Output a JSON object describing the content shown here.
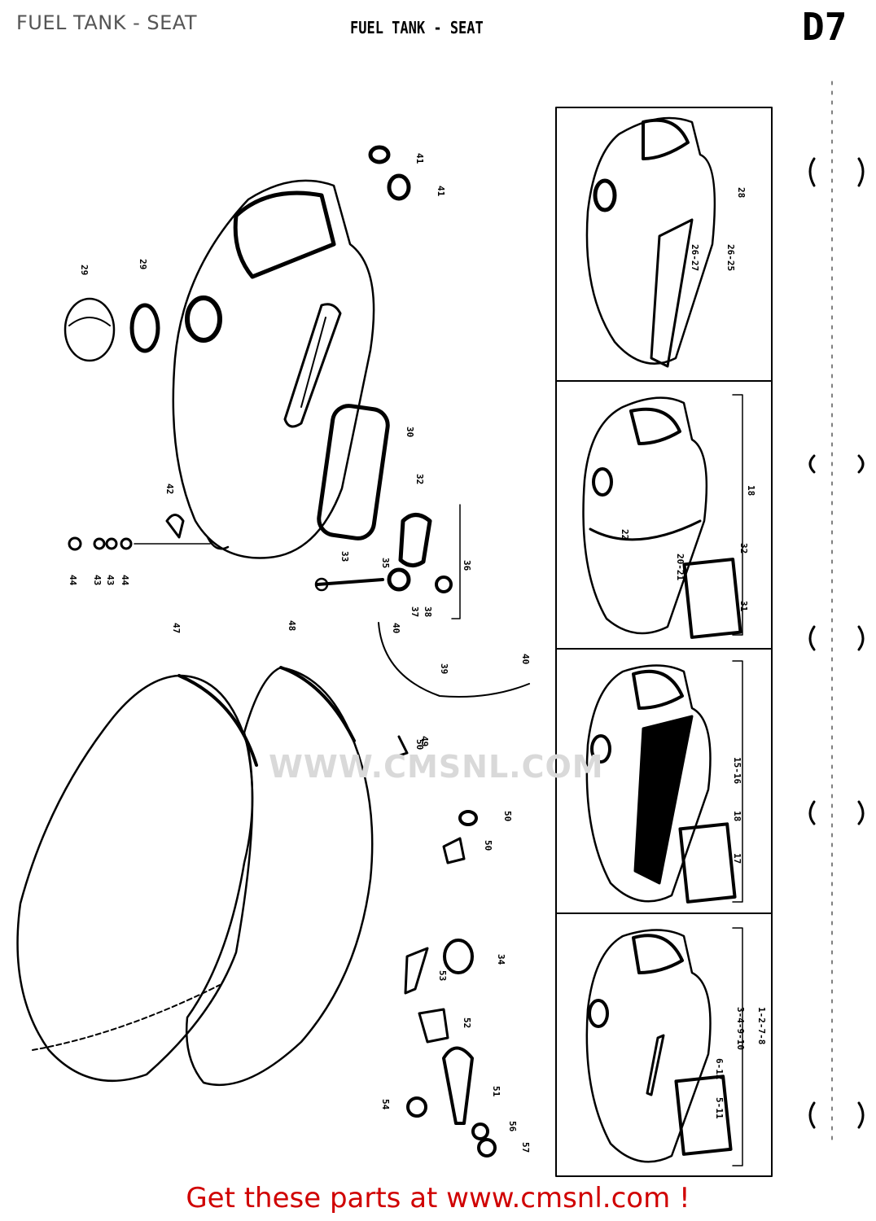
{
  "header": {
    "title": "FUEL TANK - SEAT",
    "drawing_title": "FUEL TANK - SEAT",
    "page_code": "D7"
  },
  "watermark": {
    "text": "WWW.CMSNL.COM"
  },
  "footer": {
    "text": "Get these parts at www.cmsnl.com !"
  },
  "callouts": {
    "main": [
      "41",
      "41",
      "29",
      "29",
      "42",
      "44",
      "43",
      "43",
      "44",
      "30",
      "32",
      "33",
      "35",
      "36",
      "37",
      "38",
      "40",
      "47",
      "48",
      "39",
      "40",
      "49",
      "50",
      "50",
      "50",
      "34",
      "53",
      "52",
      "51",
      "54",
      "56",
      "57"
    ],
    "variants": [
      "28",
      "26-27",
      "26-25",
      "18",
      "22",
      "32",
      "20-21",
      "31",
      "15-16",
      "18",
      "17",
      "1-2-7-8",
      "3-4-9-10",
      "6-12",
      "5-11"
    ]
  }
}
